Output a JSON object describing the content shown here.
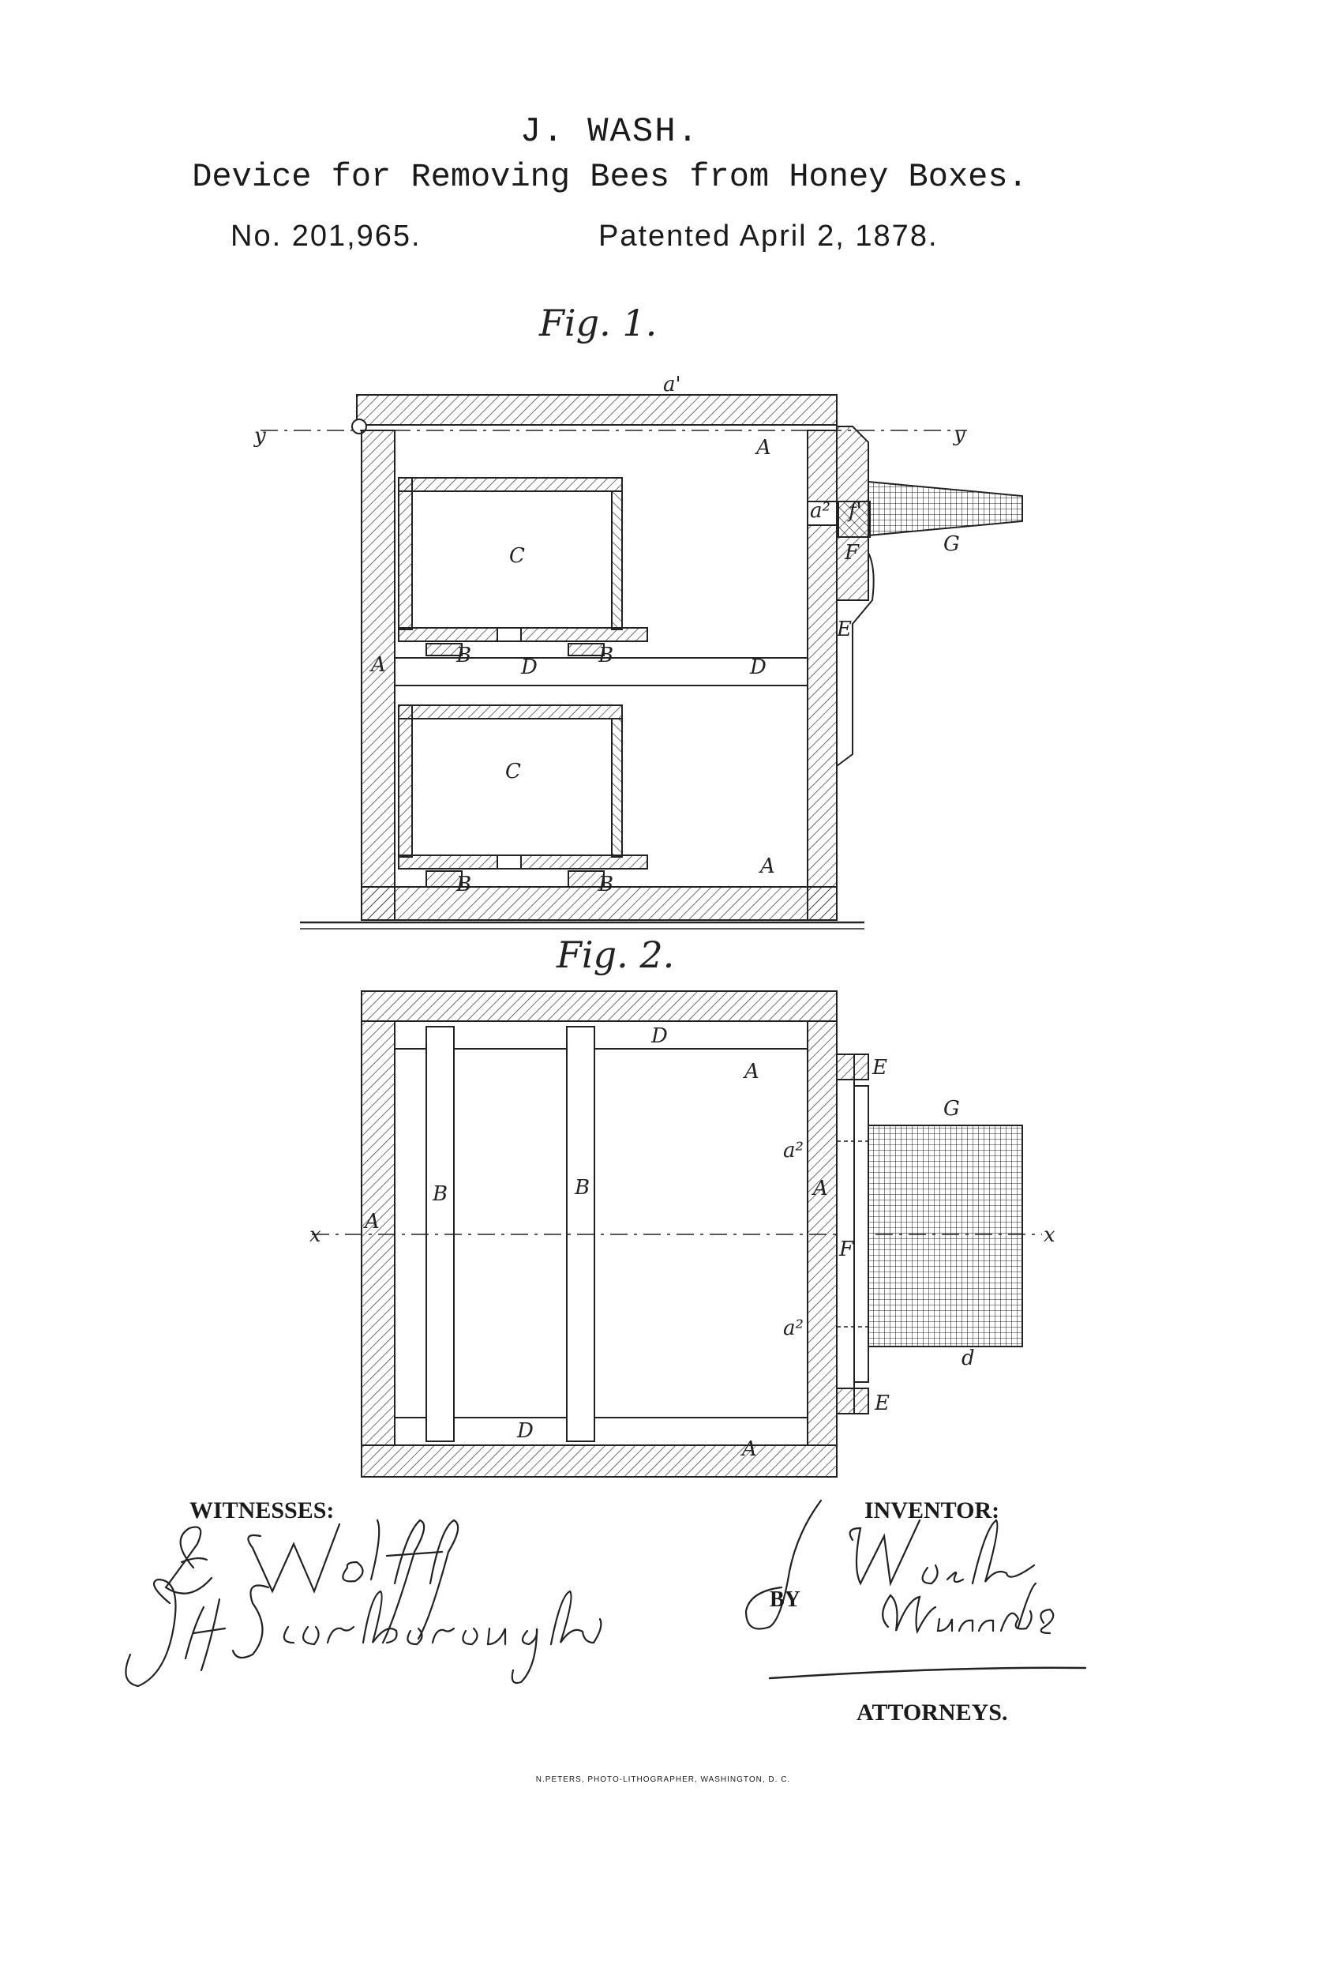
{
  "header": {
    "inventor_name": "J. WASH.",
    "title": "Device for Removing Bees from Honey Boxes.",
    "patent_number": "No. 201,965.",
    "patent_date": "Patented April 2, 1878."
  },
  "figures": {
    "fig1": {
      "caption": "Fig. 1.",
      "labels": {
        "a_prime": "a'",
        "y_left": "y",
        "y_right": "y",
        "A_top_right": "A",
        "a2": "a²",
        "f_prime": "f'",
        "F": "F",
        "G": "G",
        "E": "E",
        "C_upper": "C",
        "C_lower": "C",
        "A_left": "A",
        "B_upper_left": "B",
        "B_upper_right": "B",
        "D_mid": "D",
        "D_right": "D",
        "A_bottom_right": "A",
        "B_lower_left": "B",
        "B_lower_right": "B"
      }
    },
    "fig2": {
      "caption": "Fig. 2.",
      "labels": {
        "D_top": "D",
        "A_top": "A",
        "E_top": "E",
        "G": "G",
        "a2_top": "a²",
        "B_left": "B",
        "B_right": "B",
        "A_left": "A",
        "A_right": "A",
        "x_left": "x",
        "x_right": "x",
        "F": "F",
        "a2_bottom": "a²",
        "d": "d",
        "E_bottom": "E",
        "D_bottom": "D",
        "A_bottom": "A"
      }
    }
  },
  "signatures": {
    "witnesses_label": "WITNESSES:",
    "witness_1": "E. Wolff",
    "witness_2": "J. H. Scarborough",
    "inventor_label": "INVENTOR:",
    "inventor_signature": "J. Wash",
    "by_label": "BY",
    "attorney_signature": "Munn & Co",
    "attorneys_label": "ATTORNEYS."
  },
  "footer": {
    "printer_credit": "N.PETERS, PHOTO-LITHOGRAPHER, WASHINGTON, D. C."
  }
}
